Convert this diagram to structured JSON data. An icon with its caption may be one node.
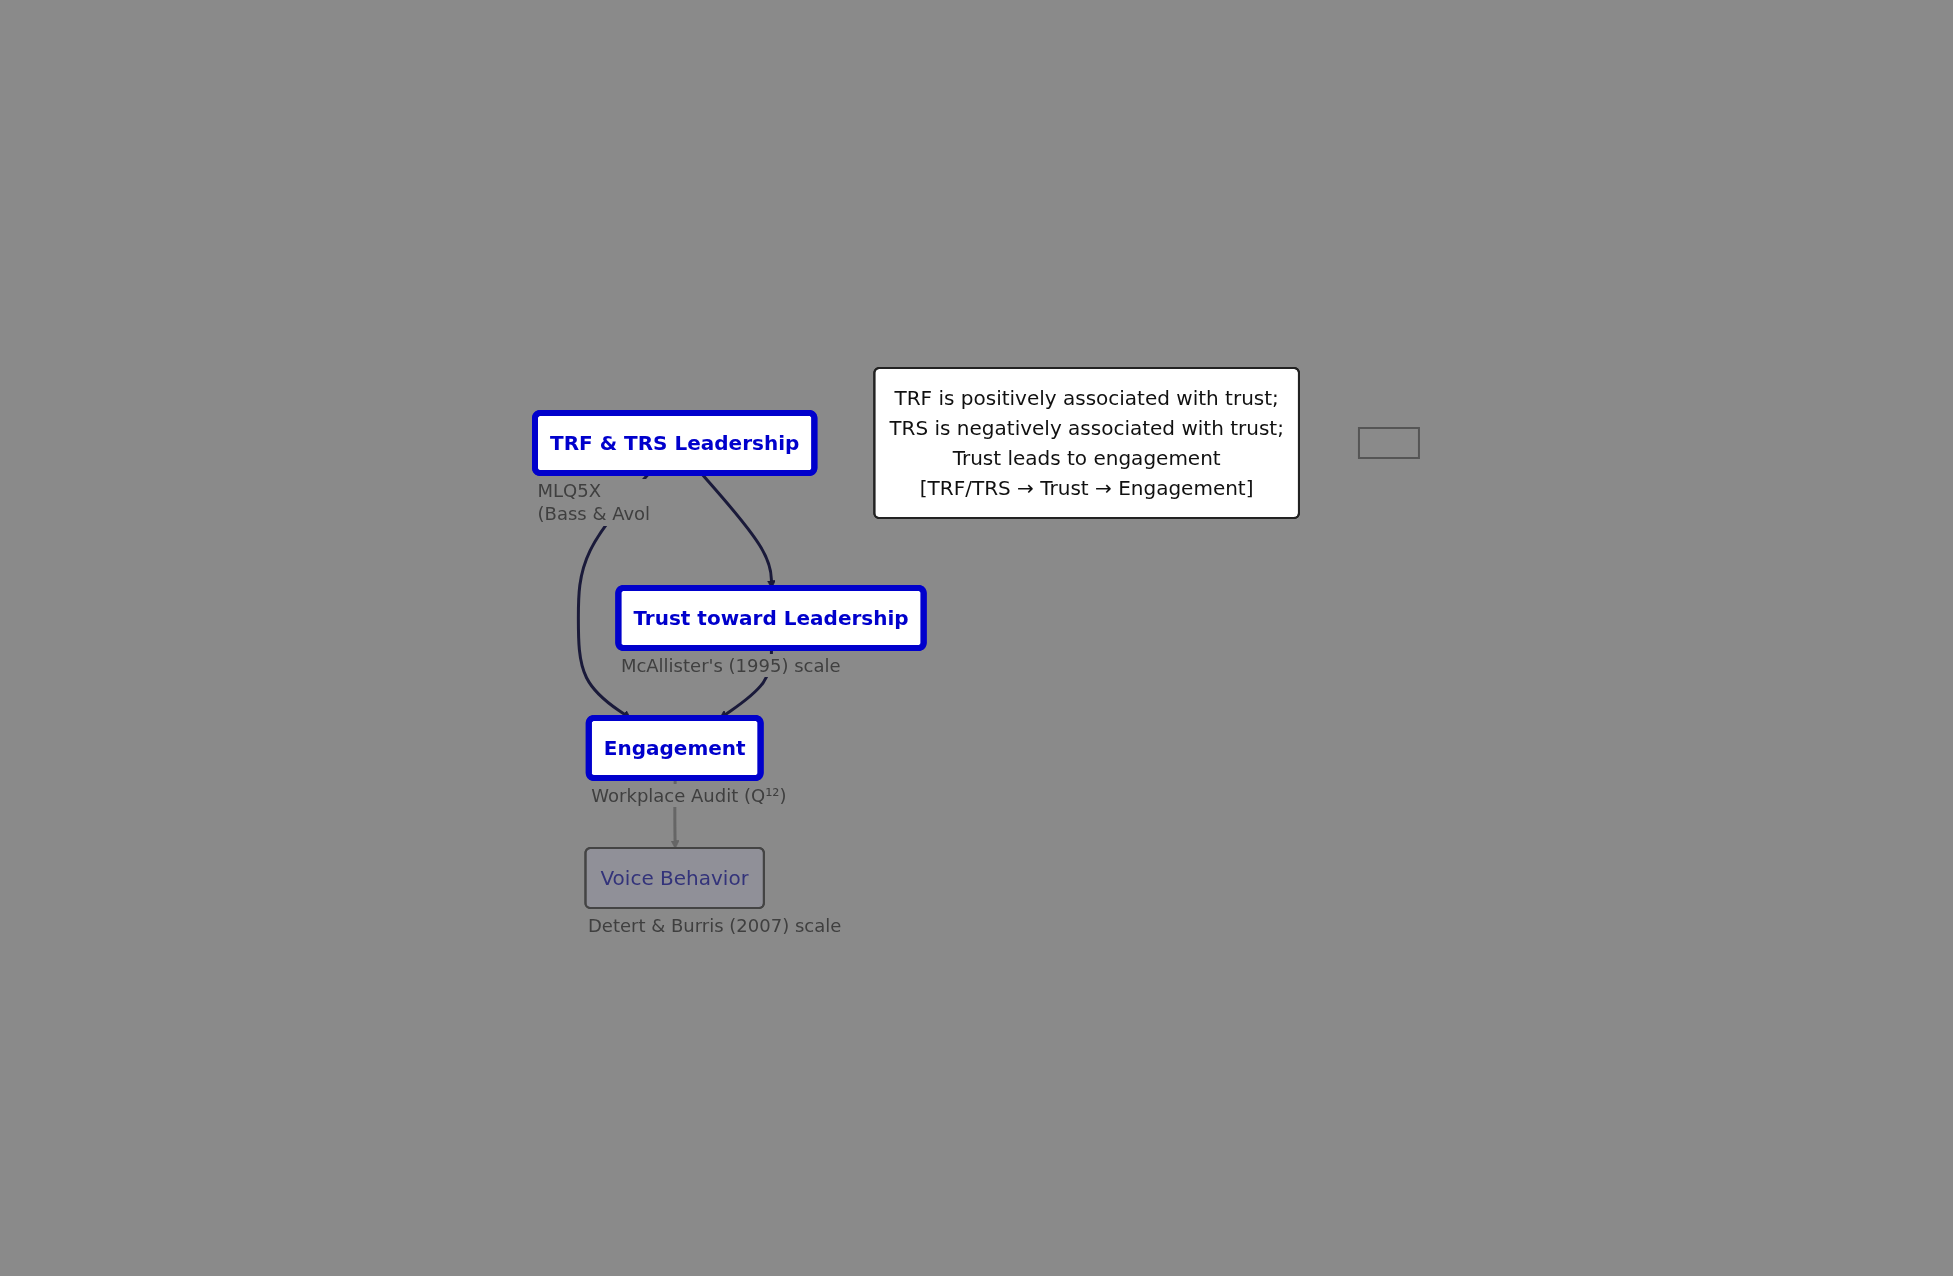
{
  "diagram": {
    "nodes": [
      {
        "text": [
          "TRF & TRS Leadership"
        ],
        "beside": [
          "MLQ5X",
          "(Bass & Avol"
        ]
      },
      {
        "text": [
          "TRF is positively associated with trust;",
          "TRS is negatively associated with trust;",
          "Trust leads to engagement",
          "[TRF/TRS → Trust → Engagement]"
        ]
      },
      {
        "text": [],
        "shape": "box"
      },
      {
        "text": [
          "Trust toward Leadership"
        ],
        "beside": [
          "McAllister's (1995) scale"
        ]
      },
      {
        "text": [
          "Engagement"
        ],
        "beside": [
          "Workplace Audit (Q¹²)"
        ]
      },
      {
        "text": [
          "Voice Behavior"
        ],
        "beside": [
          "Detert & Burris (2007) scale"
        ]
      }
    ],
    "edges": [
      {
        "from": 0,
        "to": 3,
        "arrow": "to"
      },
      {
        "from": 0,
        "to": 4,
        "arrow": "to"
      },
      {
        "from": 3,
        "to": 4,
        "arrow": "to"
      },
      {
        "from": 4,
        "to": 5,
        "arrow": "to",
        "color": "#666666"
      }
    ]
  }
}
